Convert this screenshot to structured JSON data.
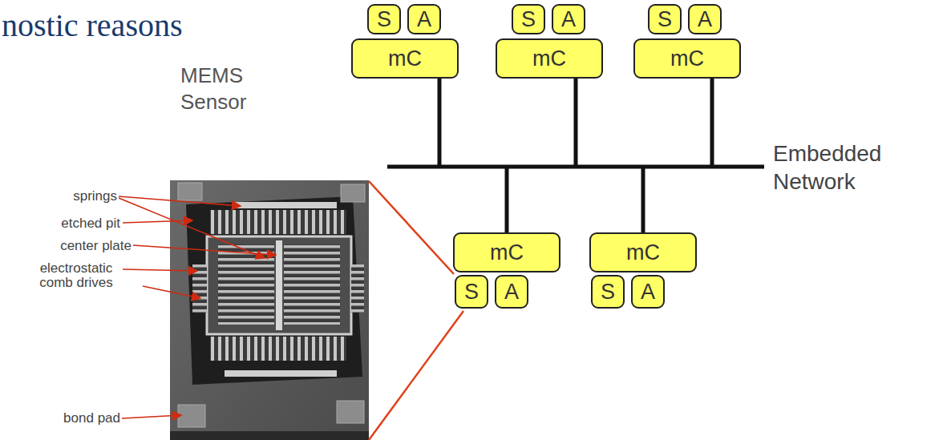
{
  "diagram": {
    "title": "nostic reasons",
    "nodes": [
      {
        "text": [
          "S"
        ]
      },
      {
        "text": [
          "A"
        ]
      },
      {
        "text": [
          "S"
        ]
      },
      {
        "text": [
          "A"
        ]
      },
      {
        "text": [
          "S"
        ]
      },
      {
        "text": [
          "A"
        ]
      },
      {
        "text": [
          "mC"
        ]
      },
      {
        "text": [
          "mC"
        ]
      },
      {
        "text": [
          "mC"
        ]
      },
      {
        "text": [
          "mC"
        ]
      },
      {
        "text": [
          "mC"
        ]
      },
      {
        "text": [
          "S"
        ]
      },
      {
        "text": [
          "A"
        ]
      },
      {
        "text": [
          "S"
        ]
      },
      {
        "text": [
          "A"
        ]
      }
    ],
    "labels": [
      "MEMS Sensor",
      "springs",
      "etched pit",
      "center plate",
      "electrostatic comb drives",
      "bond pad",
      "Embedded Network"
    ]
  }
}
